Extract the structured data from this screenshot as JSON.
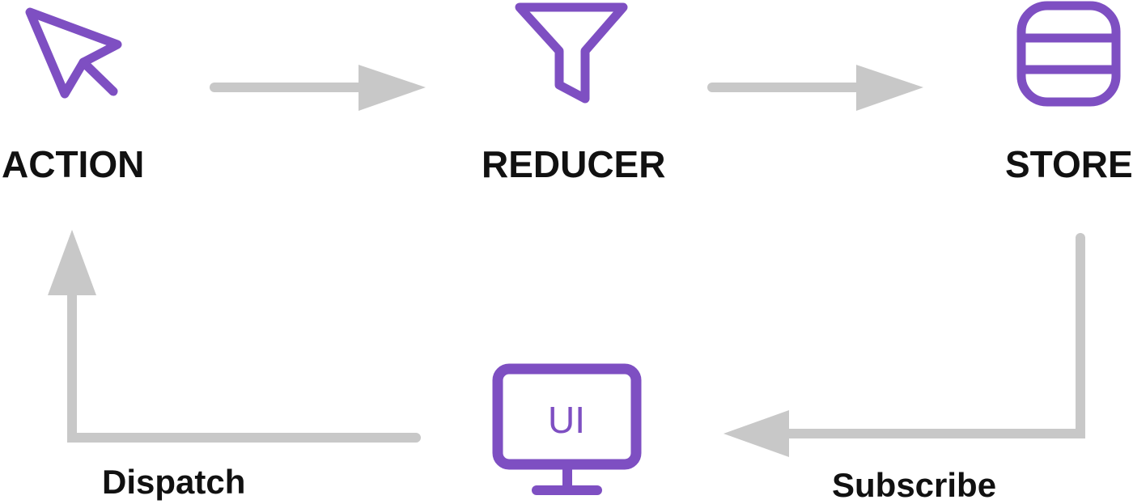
{
  "colors": {
    "accent": "#7e4fc2",
    "arrow": "#c8c8c8",
    "text": "#111111"
  },
  "nodes": {
    "action": {
      "label": "ACTION",
      "icon": "cursor-icon"
    },
    "reducer": {
      "label": "REDUCER",
      "icon": "funnel-icon"
    },
    "store": {
      "label": "STORE",
      "icon": "database-icon"
    },
    "ui": {
      "label": "UI",
      "icon": "monitor-icon"
    }
  },
  "edges": {
    "store_to_ui": {
      "label": "Subscribe"
    },
    "ui_to_action": {
      "label": "Dispatch"
    }
  }
}
